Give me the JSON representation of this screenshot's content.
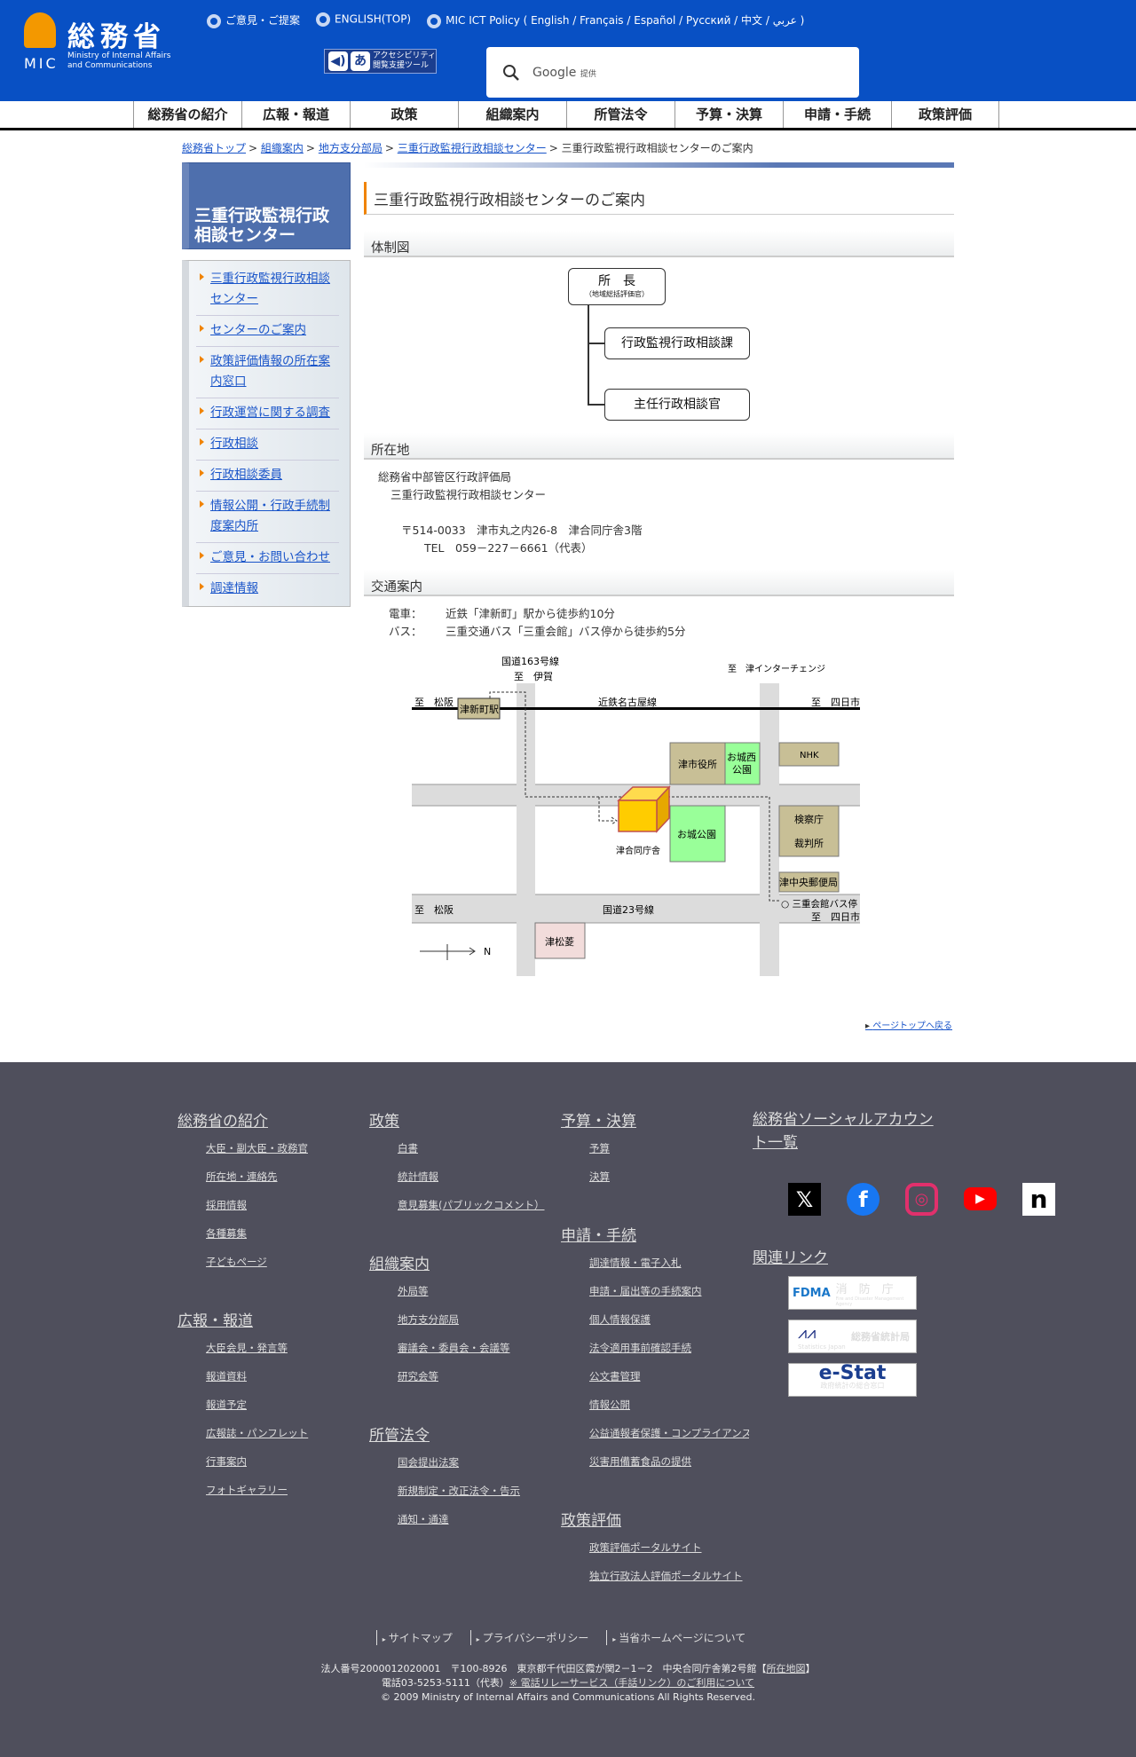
{
  "header": {
    "logo": {
      "kanji": "総務省",
      "abbr": "MIC",
      "en_line1": "Ministry of Internal Affairs",
      "en_line2": "and Communications"
    },
    "top_links": [
      "ご意見・ご提案",
      "ENGLISH(TOP)",
      "MIC ICT Policy ( English / Français / Español / Русский / 中文 / عربي )"
    ],
    "accessibility": {
      "line1": "アクセシビリティ",
      "line2": "閲覧支援ツール"
    },
    "search": {
      "placeholder": "Google",
      "provided": "提供"
    }
  },
  "nav": [
    "総務省の紹介",
    "広報・報道",
    "政策",
    "組織案内",
    "所管法令",
    "予算・決算",
    "申請・手続",
    "政策評価"
  ],
  "breadcrumb": {
    "links": [
      "総務省トップ",
      "組織案内",
      "地方支分部局",
      "三重行政監視行政相談センター"
    ],
    "current": "三重行政監視行政相談センターのご案内",
    "sep": ">"
  },
  "sidebar": {
    "title": "三重行政監視行政相談センター",
    "items": [
      "三重行政監視行政相談センター",
      "センターのご案内",
      "政策評価情報の所在案内窓口",
      "行政運営に関する調査",
      "行政相談",
      "行政相談委員",
      "情報公開・行政手続制度案内所",
      "ご意見・お問い合わせ",
      "調達情報"
    ]
  },
  "main": {
    "title": "三重行政監視行政相談センターのご案内",
    "org": {
      "heading": "体制図",
      "head_title": "所　長",
      "head_sub": "（地域総括評価官）",
      "units": [
        "行政監視行政相談課",
        "主任行政相談官"
      ]
    },
    "location": {
      "heading": "所在地",
      "lines": [
        "総務省中部管区行政評価局",
        "三重行政監視行政相談センター",
        "〒514-0033　津市丸之内26-8　津合同庁舎3階",
        "TEL　059－227－6661（代表）"
      ]
    },
    "access": {
      "heading": "交通案内",
      "rows": [
        {
          "label": "電車：",
          "text": "近鉄「津新町」駅から徒歩約10分"
        },
        {
          "label": "バス：",
          "text": "三重交通バス「三重会館」バス停から徒歩約5分"
        }
      ]
    },
    "map": {
      "route163": "国道163号線",
      "to_iga": "至　伊賀",
      "to_ic": "至　津インターチェンジ",
      "to_matsusaka": "至　松阪",
      "rail": "近鉄名古屋線",
      "to_yokkaichi": "至　四日市",
      "station": "津新町駅",
      "city_hall": "津市役所",
      "oshiro_nishi_1": "お城西",
      "oshiro_nishi_2": "公園",
      "nhk": "NHK",
      "building": "津合同庁舎",
      "oshiro_park": "お城公園",
      "prosecutor": "検察庁",
      "court": "裁判所",
      "post_office": "津中央郵便局",
      "bus_stop": "三重会館バス停",
      "route23": "国道23号線",
      "matsubishi": "津松菱",
      "north": "N"
    },
    "page_top": "ページトップへ戻る"
  },
  "footer": {
    "columns": [
      {
        "groups": [
          {
            "heading": "総務省の紹介",
            "items": [
              "大臣・副大臣・政務官",
              "所在地・連絡先",
              "採用情報",
              "各種募集",
              "子どもページ"
            ]
          },
          {
            "heading": "広報・報道",
            "items": [
              "大臣会見・発言等",
              "報道資料",
              "報道予定",
              "広報誌・パンフレット",
              "行事案内",
              "フォトギャラリー"
            ]
          }
        ]
      },
      {
        "groups": [
          {
            "heading": "政策",
            "items": [
              "白書",
              "統計情報",
              "意見募集(パブリックコメント）"
            ]
          },
          {
            "heading": "組織案内",
            "items": [
              "外局等",
              "地方支分部局",
              "審議会・委員会・会議等",
              "研究会等"
            ]
          },
          {
            "heading": "所管法令",
            "items": [
              "国会提出法案",
              "新規制定・改正法令・告示",
              "通知・通達"
            ]
          }
        ]
      },
      {
        "groups": [
          {
            "heading": "予算・決算",
            "items": [
              "予算",
              "決算"
            ]
          },
          {
            "heading": "申請・手続",
            "items": [
              "調達情報・電子入札",
              "申請・届出等の手続案内",
              "個人情報保護",
              "法令適用事前確認手続",
              "公文書管理",
              "情報公開",
              "公益通報者保護・コンプライアンス",
              "災害用備蓄食品の提供"
            ]
          },
          {
            "heading": "政策評価",
            "items": [
              "政策評価ポータルサイト",
              "独立行政法人評価ポータルサイト"
            ]
          }
        ]
      }
    ],
    "social_heading": "総務省ソーシャルアカウント一覧",
    "social": [
      "x-icon",
      "facebook-icon",
      "instagram-icon",
      "youtube-icon",
      "note-icon"
    ],
    "related_heading": "関連リンク",
    "related": [
      {
        "name": "消　防　庁",
        "sub": "Fire and Disaster Management Agency",
        "mark": "FDMA"
      },
      {
        "name": "総務省統計局",
        "sub": "Statistics Japan"
      },
      {
        "name": "e-Stat",
        "sub": "政府統計の総合窓口"
      }
    ],
    "bottom_links": [
      "サイトマップ",
      "プライバシーポリシー",
      "当省ホームページについて"
    ],
    "info_line1": "法人番号2000012020001　〒100-8926　東京都千代田区霞が関2－1－2　中央合同庁舎第2号館",
    "info_map_link": "所在地図",
    "info_line2": "電話03-5253-5111（代表）",
    "relay_link": "※ 電話リレーサービス（手話リンク）のご利用について",
    "copyright": "© 2009 Ministry of Internal Affairs and Communications All Rights Reserved.",
    "colors": {
      "bg": "#4f4f5c",
      "header": "#0850c4",
      "accent": "#f08300"
    }
  }
}
